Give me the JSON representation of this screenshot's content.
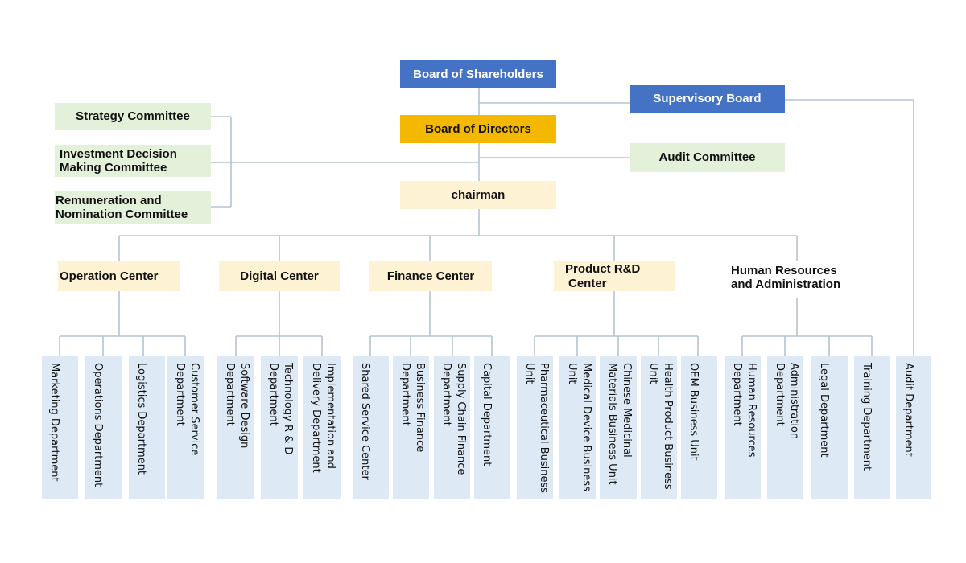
{
  "top": {
    "shareholders": "Board of Shareholders",
    "supervisory": "Supervisory Board",
    "directors": "Board of Directors",
    "chairman": "chairman"
  },
  "committees": {
    "strategy": "Strategy Committee",
    "investment_line1": "Investment Decision",
    "investment_line2": "Making Committee",
    "remuneration_line1": "Remuneration and",
    "remuneration_line2": "Nomination Committee",
    "audit": "Audit Committee"
  },
  "centers": {
    "operation": "Operation Center",
    "digital": "Digital Center",
    "finance": "Finance Center",
    "product_line1": "Product R&D",
    "product_line2": "Center",
    "hr_line1": "Human Resources",
    "hr_line2": "and Administration"
  },
  "departments": {
    "operation": [
      "Marketing Department",
      "Operations Department",
      "Logistics Department",
      "Customer Service Department"
    ],
    "digital": [
      "Software Design Department",
      "Technology R & D Department",
      "Implementation and Delivery Department"
    ],
    "finance": [
      "Shared Service Center",
      "Business Finance Department",
      "Supply Chain Finance Department",
      "Capital Department"
    ],
    "product": [
      "Pharmaceutical Business Unit",
      "Medical Device Business Unit",
      "Chinese Medicinal Materials Business Unit",
      "Health Product Business Unit",
      "OEM Business Unit"
    ],
    "hr": [
      "Human Resources Department",
      "Administration Department",
      "Legal Department",
      "Training Department"
    ],
    "audit": [
      "Audit Department"
    ]
  }
}
